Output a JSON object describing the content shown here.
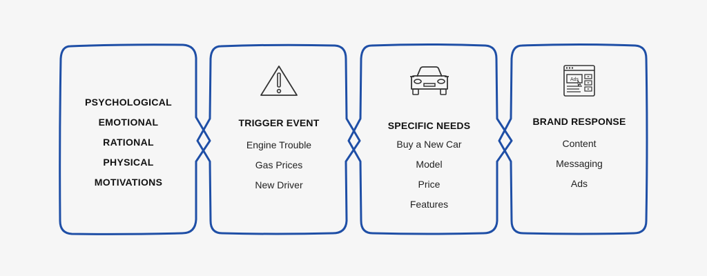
{
  "colors": {
    "frame": "#1f4fa6",
    "icon": "#333333",
    "text": "#222222",
    "background": "#f6f6f6"
  },
  "box1": {
    "lines": [
      "PSYCHOLOGICAL",
      "EMOTIONAL",
      "RATIONAL",
      "PHYSICAL",
      "MOTIVATIONS"
    ]
  },
  "box2": {
    "icon": "warning-triangle-icon",
    "title": "TRIGGER EVENT",
    "items": [
      "Engine Trouble",
      "Gas Prices",
      "New Driver"
    ]
  },
  "box3": {
    "icon": "car-front-icon",
    "title": "SPECIFIC NEEDS",
    "items": [
      "Buy a New Car",
      "Model",
      "Price",
      "Features"
    ]
  },
  "box4": {
    "icon": "browser-ads-icon",
    "icon_text": "Ads",
    "title": "BRAND RESPONSE",
    "items": [
      "Content",
      "Messaging",
      "Ads"
    ]
  }
}
